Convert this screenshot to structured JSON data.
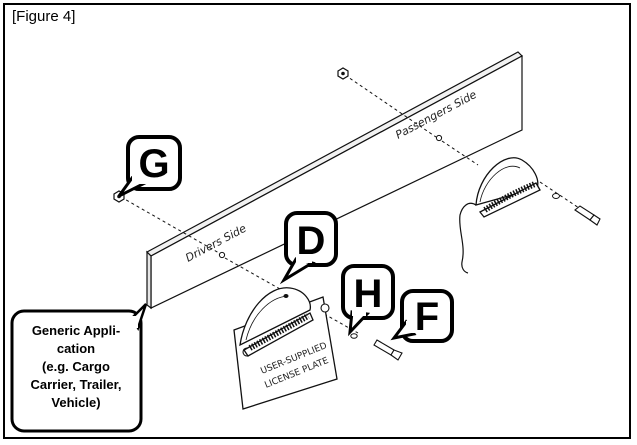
{
  "figure": {
    "label": "[Figure 4]"
  },
  "panel": {
    "drivers_side": "Drivers Side",
    "passengers_side": "Passengers Side"
  },
  "plate": {
    "line1": "USER-SUPPLIED",
    "line2": "LICENSE PLATE"
  },
  "callouts": {
    "G": "G",
    "D": "D",
    "H": "H",
    "F": "F"
  },
  "note": {
    "lines": [
      "Generic Appli-",
      "cation",
      "(e.g. Cargo",
      "Carrier, Trailer,",
      "Vehicle)"
    ]
  }
}
